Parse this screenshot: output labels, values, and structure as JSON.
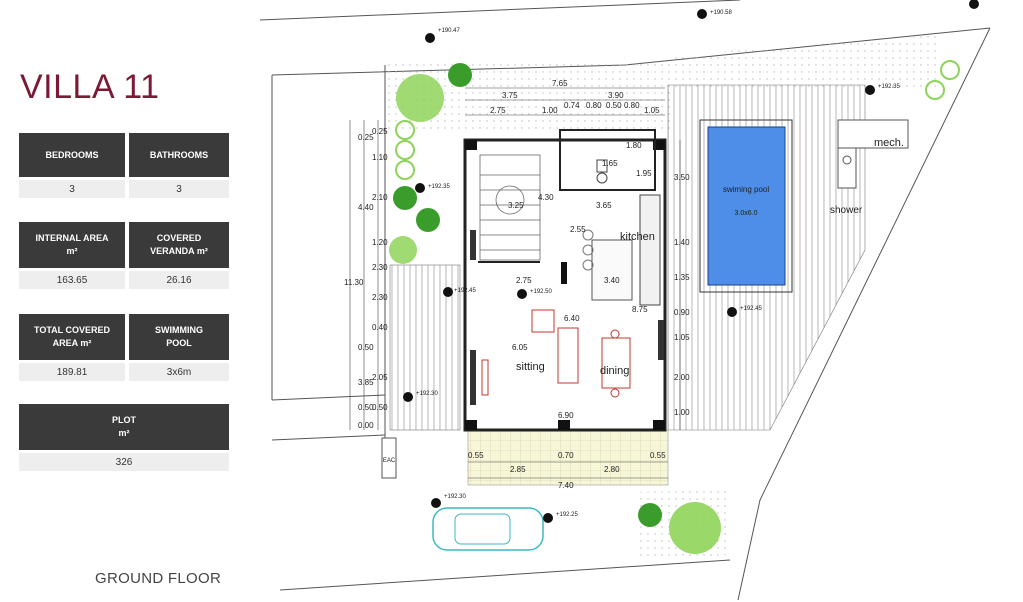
{
  "title": "VILLA 11",
  "specs": {
    "bedrooms": {
      "label": "BEDROOMS",
      "value": "3"
    },
    "bathrooms": {
      "label": "BATHROOMS",
      "value": "3"
    },
    "internal_area": {
      "label": "INTERNAL AREA\nm²",
      "value": "163.65"
    },
    "covered_veranda": {
      "label": "COVERED\nVERANDA m²",
      "value": "26.16"
    },
    "total_covered": {
      "label": "TOTAL COVERED\nAREA m²",
      "value": "189.81"
    },
    "swimming_pool": {
      "label": "SWIMMING\nPOOL",
      "value": "3x6m"
    },
    "plot": {
      "label": "PLOT\nm²",
      "value": "326"
    }
  },
  "floor_label": "GROUND FLOOR",
  "plan": {
    "rooms": {
      "kitchen": "kitchen",
      "sitting": "sitting",
      "dining": "dining",
      "mech": "mech.",
      "shower": "shower",
      "pool": "swiming pool",
      "pool_size": "3.0x6.0",
      "eac": "EAC"
    },
    "levels": [
      "+190.47",
      "+190.58",
      "+192.35",
      "+192.35",
      "+192.45",
      "+192.50",
      "+192.45",
      "+192.30",
      "+192.30",
      "+192.25"
    ],
    "dims_top": [
      "7.65",
      "3.75",
      "3.90",
      "2.75",
      "1.00",
      "0.74",
      "0.80",
      "0.50",
      "0.80",
      "1.05"
    ],
    "dims_inner": [
      "1.65",
      "1.80",
      "1.95",
      "3.25",
      "3.65",
      "4.30",
      "2.55",
      "2.75",
      "3.40",
      "6.40",
      "6.05",
      "8.75",
      "6.90"
    ],
    "dims_left": [
      "11.30",
      "4.40",
      "3.85",
      "2.30",
      "2.30",
      "2.10",
      "1.20",
      "1.10",
      "0.25",
      "0.25",
      "2.05",
      "0.50",
      "0.40",
      "0.50",
      "0.50",
      "0.00"
    ],
    "dims_right": [
      "3.50",
      "1.40",
      "1.35",
      "0.90",
      "1.05",
      "2.00",
      "1.00"
    ],
    "dims_bottom": [
      "0.55",
      "0.70",
      "0.55",
      "2.85",
      "2.80",
      "7.40"
    ]
  }
}
